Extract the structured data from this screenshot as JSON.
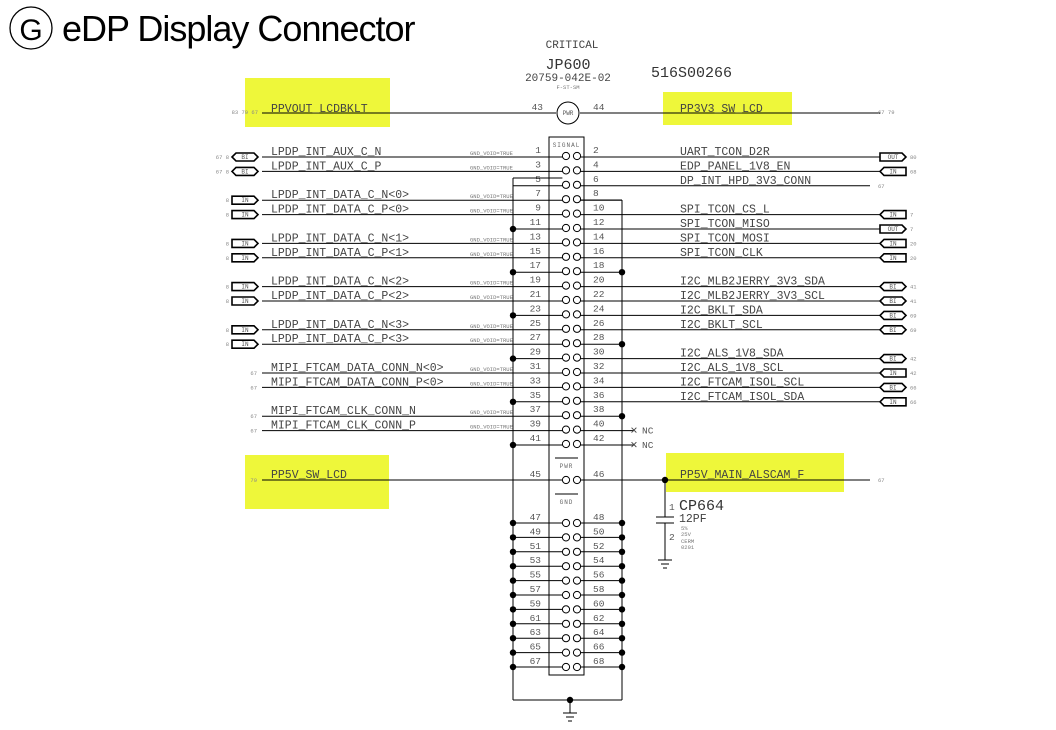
{
  "title": {
    "badge": "G",
    "text": "eDP Display Connector"
  },
  "connector": {
    "label": "CRITICAL",
    "refdes": "JP600",
    "part": "20759-042E-02",
    "footprint": "F-ST-SM",
    "part_number": "516S00266",
    "top_power_symbol": "PWR",
    "sections": {
      "signal": "SIGNAL",
      "power": "PWR",
      "ground": "GND"
    }
  },
  "power_nets": {
    "top_left": {
      "name": "PPVOUT_LCDBKLT",
      "pin": "43",
      "refs": "83  79  67"
    },
    "top_right": {
      "name": "PP3V3_SW_LCD",
      "pin": "44",
      "refs": "67  79"
    },
    "bottom_left": {
      "name": "PP5V_SW_LCD",
      "pin": "45",
      "refs": "79"
    },
    "bottom_right": {
      "name": "PP5V_MAIN_ALSCAM_F",
      "pin": "46",
      "refs": "67"
    }
  },
  "left_nets": [
    {
      "pin": "1",
      "name": "LPDP_INT_AUX_C_N",
      "port": "BI",
      "refs": "67  8",
      "attr": "GND_VOID=TRUE"
    },
    {
      "pin": "3",
      "name": "LPDP_INT_AUX_C_P",
      "port": "BI",
      "refs": "67  8",
      "attr": "GND_VOID=TRUE"
    },
    {
      "pin": "7",
      "name": "LPDP_INT_DATA_C_N<0>",
      "port": "IN",
      "refs": "8",
      "attr": "GND_VOID=TRUE"
    },
    {
      "pin": "9",
      "name": "LPDP_INT_DATA_C_P<0>",
      "port": "IN",
      "refs": "8",
      "attr": "GND_VOID=TRUE"
    },
    {
      "pin": "13",
      "name": "LPDP_INT_DATA_C_N<1>",
      "port": "IN",
      "refs": "8",
      "attr": "GND_VOID=TRUE"
    },
    {
      "pin": "15",
      "name": "LPDP_INT_DATA_C_P<1>",
      "port": "IN",
      "refs": "8",
      "attr": "GND_VOID=TRUE"
    },
    {
      "pin": "19",
      "name": "LPDP_INT_DATA_C_N<2>",
      "port": "IN",
      "refs": "8",
      "attr": "GND_VOID=TRUE"
    },
    {
      "pin": "21",
      "name": "LPDP_INT_DATA_C_P<2>",
      "port": "IN",
      "refs": "8",
      "attr": "GND_VOID=TRUE"
    },
    {
      "pin": "25",
      "name": "LPDP_INT_DATA_C_N<3>",
      "port": "IN",
      "refs": "8",
      "attr": "GND_VOID=TRUE"
    },
    {
      "pin": "27",
      "name": "LPDP_INT_DATA_C_P<3>",
      "port": "IN",
      "refs": "8",
      "attr": "GND_VOID=TRUE"
    },
    {
      "pin": "31",
      "name": "MIPI_FTCAM_DATA_CONN_N<0>",
      "port": "",
      "refs": "67",
      "attr": "GND_VOID=TRUE"
    },
    {
      "pin": "33",
      "name": "MIPI_FTCAM_DATA_CONN_P<0>",
      "port": "",
      "refs": "67",
      "attr": "GND_VOID=TRUE"
    },
    {
      "pin": "37",
      "name": "MIPI_FTCAM_CLK_CONN_N",
      "port": "",
      "refs": "67",
      "attr": "GND_VOID=TRUE"
    },
    {
      "pin": "39",
      "name": "MIPI_FTCAM_CLK_CONN_P",
      "port": "",
      "refs": "67",
      "attr": "GND_VOID=TRUE"
    }
  ],
  "right_nets": [
    {
      "pin": "2",
      "name": "UART_TCON_D2R",
      "port": "OUT",
      "refs": "80"
    },
    {
      "pin": "4",
      "name": "EDP_PANEL_1V8_EN",
      "port": "IN",
      "refs": "68"
    },
    {
      "pin": "6",
      "name": "DP_INT_HPD_3V3_CONN",
      "port": "",
      "refs": "67"
    },
    {
      "pin": "10",
      "name": "SPI_TCON_CS_L",
      "port": "IN",
      "refs": "7"
    },
    {
      "pin": "12",
      "name": "SPI_TCON_MISO",
      "port": "OUT",
      "refs": "7"
    },
    {
      "pin": "14",
      "name": "SPI_TCON_MOSI",
      "port": "IN",
      "refs": "20"
    },
    {
      "pin": "16",
      "name": "SPI_TCON_CLK",
      "port": "IN",
      "refs": "20"
    },
    {
      "pin": "20",
      "name": "I2C_MLB2JERRY_3V3_SDA",
      "port": "BI",
      "refs": "41"
    },
    {
      "pin": "22",
      "name": "I2C_MLB2JERRY_3V3_SCL",
      "port": "BI",
      "refs": "41"
    },
    {
      "pin": "24",
      "name": "I2C_BKLT_SDA",
      "port": "BI",
      "refs": "69"
    },
    {
      "pin": "26",
      "name": "I2C_BKLT_SCL",
      "port": "BI",
      "refs": "69"
    },
    {
      "pin": "30",
      "name": "I2C_ALS_1V8_SDA",
      "port": "BI",
      "refs": "42"
    },
    {
      "pin": "32",
      "name": "I2C_ALS_1V8_SCL",
      "port": "IN",
      "refs": "42"
    },
    {
      "pin": "34",
      "name": "I2C_FTCAM_ISOL_SCL",
      "port": "BI",
      "refs": "66"
    },
    {
      "pin": "36",
      "name": "I2C_FTCAM_ISOL_SDA",
      "port": "IN",
      "refs": "66"
    }
  ],
  "ground_pins_left": [
    "5",
    "11",
    "17",
    "23",
    "29",
    "35",
    "41"
  ],
  "ground_pins_right": [
    "8",
    "18",
    "28",
    "38"
  ],
  "nc_pins": [
    {
      "pin": "40",
      "label": "NC"
    },
    {
      "pin": "42",
      "label": "NC"
    }
  ],
  "gnd_section_left": [
    "47",
    "49",
    "51",
    "53",
    "55",
    "57",
    "59",
    "61",
    "63",
    "65",
    "67"
  ],
  "gnd_section_right": [
    "48",
    "50",
    "52",
    "54",
    "56",
    "58",
    "60",
    "62",
    "64",
    "66",
    "68"
  ],
  "capacitor": {
    "refdes": "CP664",
    "value": "12PF",
    "tolerance": "5%",
    "voltage": "25V",
    "dielectric": "CERM",
    "package": "0201",
    "pin1": "1",
    "pin2": "2"
  },
  "colors": {
    "highlight": "#eef73a",
    "wire": "#000000",
    "text": "#444444"
  }
}
